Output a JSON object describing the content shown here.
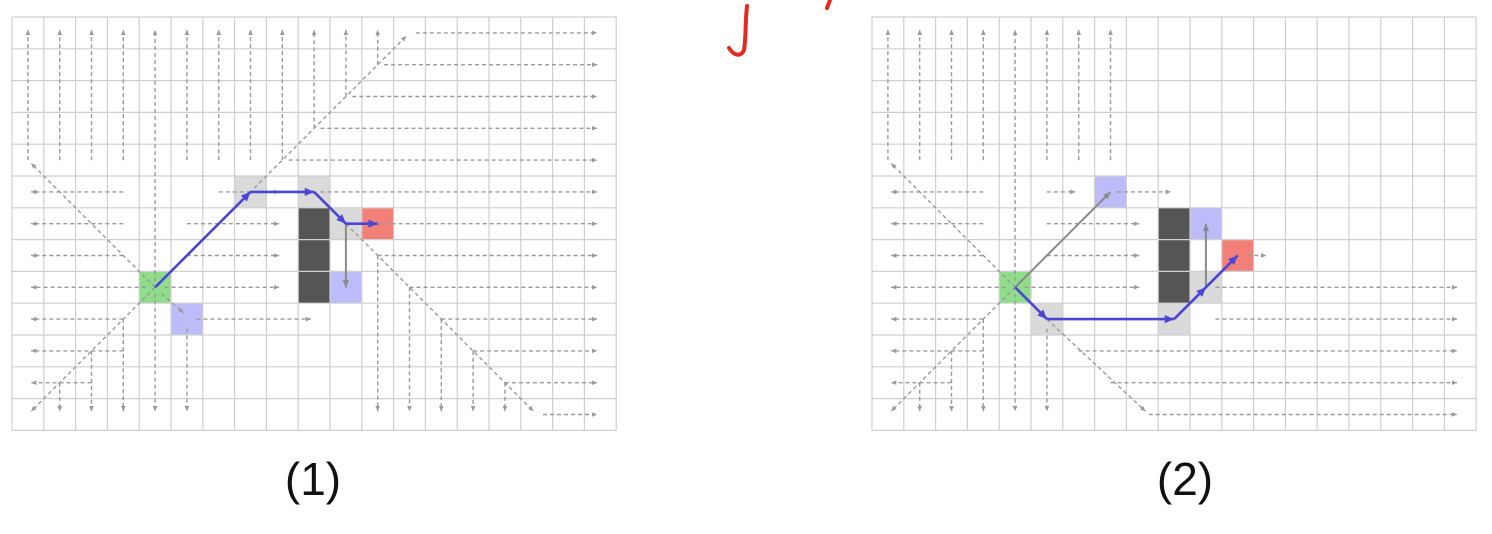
{
  "colors": {
    "grid": "#cfcfcf",
    "scan": "#9a9a9a",
    "path": "#4a45d6",
    "start": "#8fdc8a",
    "goal": "#f28078",
    "jump_point": "#bcbcf8",
    "visited": "#dadada",
    "obstacle": "#555555",
    "annotation": "#e32a22"
  },
  "diagrams": [
    {
      "caption": "(1)",
      "grid": {
        "cols": 19,
        "rows": 13
      },
      "start": [
        4,
        8
      ],
      "goal": [
        11,
        6
      ],
      "obstacles": [
        [
          9,
          6
        ],
        [
          9,
          7
        ],
        [
          9,
          8
        ]
      ],
      "jump_points": [
        [
          5,
          9
        ],
        [
          10,
          8
        ]
      ],
      "visited": [
        [
          7,
          5
        ],
        [
          9,
          5
        ],
        [
          10,
          6
        ]
      ],
      "path": [
        [
          4,
          8
        ],
        [
          7,
          5
        ],
        [
          9,
          5
        ],
        [
          10,
          6
        ],
        [
          11,
          6
        ]
      ],
      "gray_arrows": [
        [
          [
            10,
            6
          ],
          [
            10,
            8
          ]
        ]
      ],
      "scan_lines": [
        [
          [
            0.5,
            4.5
          ],
          [
            0.5,
            0.4
          ]
        ],
        [
          [
            1.5,
            4.5
          ],
          [
            1.5,
            0.4
          ]
        ],
        [
          [
            2.5,
            4.5
          ],
          [
            2.5,
            0.4
          ]
        ],
        [
          [
            3.5,
            4.5
          ],
          [
            3.5,
            0.4
          ]
        ],
        [
          [
            4.5,
            8.3
          ],
          [
            4.5,
            0.4
          ]
        ],
        [
          [
            5.5,
            4.5
          ],
          [
            5.5,
            0.4
          ]
        ],
        [
          [
            6.5,
            4.5
          ],
          [
            6.5,
            0.4
          ]
        ],
        [
          [
            7.5,
            4.5
          ],
          [
            7.5,
            0.4
          ]
        ],
        [
          [
            8.5,
            4.5
          ],
          [
            8.5,
            0.4
          ]
        ],
        [
          [
            9.5,
            3.5
          ],
          [
            9.5,
            0.4
          ]
        ],
        [
          [
            10.5,
            2.5
          ],
          [
            10.5,
            0.4
          ]
        ],
        [
          [
            11.5,
            1.5
          ],
          [
            11.5,
            0.4
          ]
        ],
        [
          [
            4.5,
            8.5
          ],
          [
            12.4,
            0.6
          ]
        ],
        [
          [
            12.7,
            0.5
          ],
          [
            18.4,
            0.5
          ]
        ],
        [
          [
            11.7,
            1.5
          ],
          [
            18.4,
            1.5
          ]
        ],
        [
          [
            10.7,
            2.5
          ],
          [
            18.4,
            2.5
          ]
        ],
        [
          [
            9.7,
            3.5
          ],
          [
            18.4,
            3.5
          ]
        ],
        [
          [
            8.7,
            4.5
          ],
          [
            18.4,
            4.5
          ]
        ],
        [
          [
            9.7,
            5.5
          ],
          [
            18.4,
            5.5
          ]
        ],
        [
          [
            4.5,
            8.5
          ],
          [
            0.6,
            4.6
          ]
        ],
        [
          [
            3.5,
            5.5
          ],
          [
            0.6,
            5.5
          ]
        ],
        [
          [
            3.5,
            6.5
          ],
          [
            0.6,
            6.5
          ]
        ],
        [
          [
            3.5,
            7.5
          ],
          [
            0.6,
            7.5
          ]
        ],
        [
          [
            4.2,
            8.5
          ],
          [
            0.6,
            8.5
          ]
        ],
        [
          [
            3.5,
            9.5
          ],
          [
            0.6,
            9.5
          ]
        ],
        [
          [
            3.5,
            10.5
          ],
          [
            0.6,
            10.5
          ]
        ],
        [
          [
            2.5,
            11.5
          ],
          [
            0.6,
            11.5
          ]
        ],
        [
          [
            4.5,
            8.5
          ],
          [
            0.6,
            12.4
          ]
        ],
        [
          [
            1.5,
            11.5
          ],
          [
            1.5,
            12.4
          ]
        ],
        [
          [
            2.5,
            10.5
          ],
          [
            2.5,
            12.4
          ]
        ],
        [
          [
            3.5,
            9.5
          ],
          [
            3.5,
            12.4
          ]
        ],
        [
          [
            4.5,
            8.7
          ],
          [
            4.5,
            12.4
          ]
        ],
        [
          [
            5.5,
            9.8
          ],
          [
            5.5,
            12.4
          ]
        ],
        [
          [
            4.8,
            8.5
          ],
          [
            8.4,
            8.5
          ]
        ],
        [
          [
            5.5,
            7.5
          ],
          [
            8.4,
            7.5
          ]
        ],
        [
          [
            5.5,
            6.5
          ],
          [
            8.4,
            6.5
          ]
        ],
        [
          [
            6.5,
            5.5
          ],
          [
            8.4,
            5.5
          ]
        ],
        [
          [
            5.8,
            9.5
          ],
          [
            9.4,
            9.5
          ]
        ],
        [
          [
            4.7,
            8.7
          ],
          [
            5.4,
            9.3
          ]
        ],
        [
          [
            10.5,
            6.5
          ],
          [
            16.4,
            12.4
          ]
        ],
        [
          [
            11.5,
            7.5
          ],
          [
            11.5,
            12.4
          ]
        ],
        [
          [
            12.5,
            8.5
          ],
          [
            12.5,
            12.4
          ]
        ],
        [
          [
            13.5,
            9.5
          ],
          [
            13.5,
            12.4
          ]
        ],
        [
          [
            14.5,
            10.5
          ],
          [
            14.5,
            12.4
          ]
        ],
        [
          [
            15.5,
            11.5
          ],
          [
            15.5,
            12.4
          ]
        ],
        [
          [
            11.5,
            6.5
          ],
          [
            18.4,
            6.5
          ]
        ],
        [
          [
            11.5,
            7.5
          ],
          [
            18.4,
            7.5
          ]
        ],
        [
          [
            12.5,
            8.5
          ],
          [
            18.4,
            8.5
          ]
        ],
        [
          [
            13.5,
            9.5
          ],
          [
            18.4,
            9.5
          ]
        ],
        [
          [
            14.5,
            10.5
          ],
          [
            18.4,
            10.5
          ]
        ],
        [
          [
            15.5,
            11.5
          ],
          [
            18.4,
            11.5
          ]
        ],
        [
          [
            16.7,
            12.5
          ],
          [
            18.4,
            12.5
          ]
        ]
      ]
    },
    {
      "caption": "(2)",
      "grid": {
        "cols": 19,
        "rows": 13
      },
      "start": [
        4,
        8
      ],
      "goal": [
        11,
        7
      ],
      "obstacles": [
        [
          9,
          6
        ],
        [
          9,
          7
        ],
        [
          9,
          8
        ]
      ],
      "jump_points": [
        [
          7,
          5
        ],
        [
          10,
          6
        ]
      ],
      "visited": [
        [
          5,
          9
        ],
        [
          9,
          9
        ],
        [
          10,
          8
        ]
      ],
      "path": [
        [
          4,
          8
        ],
        [
          5,
          9
        ],
        [
          9,
          9
        ],
        [
          10,
          8
        ],
        [
          11,
          7
        ]
      ],
      "gray_arrows": [
        [
          [
            4,
            8
          ],
          [
            7,
            5
          ]
        ],
        [
          [
            10,
            8
          ],
          [
            10,
            6
          ]
        ]
      ],
      "scan_lines": [
        [
          [
            0.5,
            4.5
          ],
          [
            0.5,
            0.4
          ]
        ],
        [
          [
            1.5,
            4.5
          ],
          [
            1.5,
            0.4
          ]
        ],
        [
          [
            2.5,
            4.5
          ],
          [
            2.5,
            0.4
          ]
        ],
        [
          [
            3.5,
            4.5
          ],
          [
            3.5,
            0.4
          ]
        ],
        [
          [
            4.5,
            8.3
          ],
          [
            4.5,
            0.4
          ]
        ],
        [
          [
            5.5,
            4.5
          ],
          [
            5.5,
            0.4
          ]
        ],
        [
          [
            6.5,
            4.5
          ],
          [
            6.5,
            0.4
          ]
        ],
        [
          [
            7.5,
            4.5
          ],
          [
            7.5,
            0.4
          ]
        ],
        [
          [
            7.7,
            5.5
          ],
          [
            9.4,
            5.5
          ]
        ],
        [
          [
            4.5,
            8.5
          ],
          [
            0.6,
            4.6
          ]
        ],
        [
          [
            3.5,
            5.5
          ],
          [
            0.6,
            5.5
          ]
        ],
        [
          [
            3.5,
            6.5
          ],
          [
            0.6,
            6.5
          ]
        ],
        [
          [
            3.5,
            7.5
          ],
          [
            0.6,
            7.5
          ]
        ],
        [
          [
            4.2,
            8.5
          ],
          [
            0.6,
            8.5
          ]
        ],
        [
          [
            3.5,
            9.5
          ],
          [
            0.6,
            9.5
          ]
        ],
        [
          [
            3.5,
            10.5
          ],
          [
            0.6,
            10.5
          ]
        ],
        [
          [
            2.5,
            11.5
          ],
          [
            0.6,
            11.5
          ]
        ],
        [
          [
            4.5,
            8.5
          ],
          [
            0.6,
            12.4
          ]
        ],
        [
          [
            1.5,
            11.5
          ],
          [
            1.5,
            12.4
          ]
        ],
        [
          [
            2.5,
            10.5
          ],
          [
            2.5,
            12.4
          ]
        ],
        [
          [
            3.5,
            9.5
          ],
          [
            3.5,
            12.4
          ]
        ],
        [
          [
            4.5,
            8.7
          ],
          [
            4.5,
            12.4
          ]
        ],
        [
          [
            5.5,
            9.8
          ],
          [
            5.5,
            12.4
          ]
        ],
        [
          [
            4.8,
            8.5
          ],
          [
            8.4,
            8.5
          ]
        ],
        [
          [
            5.5,
            7.5
          ],
          [
            8.4,
            7.5
          ]
        ],
        [
          [
            5.5,
            6.5
          ],
          [
            8.4,
            6.5
          ]
        ],
        [
          [
            5.5,
            5.5
          ],
          [
            6.4,
            5.5
          ]
        ],
        [
          [
            5.5,
            9.5
          ],
          [
            8.6,
            12.4
          ]
        ],
        [
          [
            6.5,
            10.5
          ],
          [
            18.4,
            10.5
          ]
        ],
        [
          [
            7.5,
            11.5
          ],
          [
            18.4,
            11.5
          ]
        ],
        [
          [
            8.7,
            12.5
          ],
          [
            18.4,
            12.5
          ]
        ],
        [
          [
            10.8,
            8.5
          ],
          [
            18.4,
            8.5
          ]
        ],
        [
          [
            10.8,
            9.5
          ],
          [
            18.4,
            9.5
          ]
        ],
        [
          [
            11.8,
            7.5
          ],
          [
            12.4,
            7.5
          ]
        ]
      ]
    }
  ]
}
